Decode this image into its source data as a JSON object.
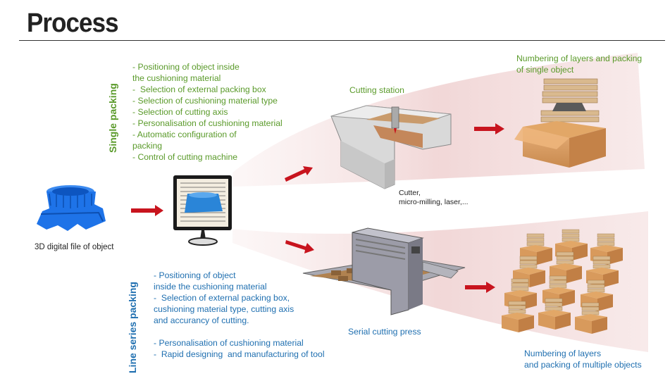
{
  "title": "Process",
  "single": {
    "label": "Single packing",
    "steps": [
      "- Positioning of object inside",
      "the cushioning material",
      "-  Selection of external packing box",
      "- Selection of cushioning material type",
      "- Selection of cutting axis",
      "- Personalisation of cushioning material",
      "- Automatic configuration of",
      "packing",
      "- Control of cutting machine"
    ],
    "station_label": "Cutting station",
    "methods": [
      "Cutter,",
      "micro-milling, laser,..."
    ],
    "result": [
      "Numbering of layers and packing",
      "of single object"
    ]
  },
  "line": {
    "label": "Line series packing",
    "steps_a": [
      "- Positioning of object",
      "inside the cushioning material",
      "-  Selection of external packing box,",
      "cushioning material type, cutting axis",
      "and accurancy of cutting."
    ],
    "steps_b": [
      "- Personalisation of cushioning material",
      "-  Rapid designing  and manufacturing of tool"
    ],
    "station_label": "Serial cutting press",
    "result": [
      "Numbering of layers",
      "and packing of multiple objects"
    ]
  },
  "input_label": "3D digital file of object",
  "colors": {
    "green": "#5a9a2a",
    "blue": "#1f6fb0",
    "arrow": "#c8141e",
    "object": "#1e73e8",
    "box": "#d79a5c",
    "beam": "#f2d6d6"
  },
  "icons": [
    "3d-object-icon",
    "monitor-icon",
    "cutting-station-icon",
    "serial-press-icon",
    "single-box-icon",
    "multiple-boxes-icon"
  ]
}
